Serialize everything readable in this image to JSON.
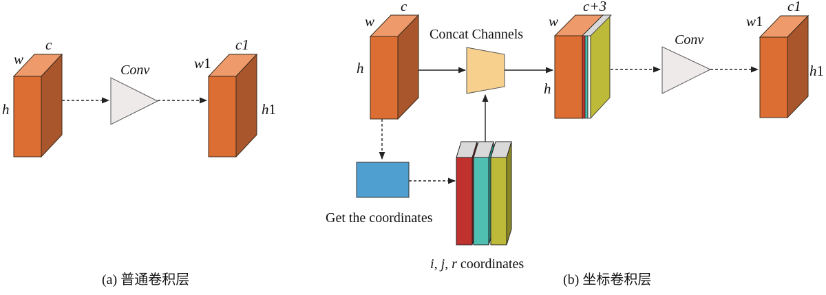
{
  "colors": {
    "block_front": "#DD6E33",
    "block_top": "#EE9A6B",
    "block_side": "#A9562C",
    "conv_triangle": "#EFEAEA",
    "concat_trapezoid": "#F6D08C",
    "coord_box": "#4F9FD0",
    "plane_red": "#C0322E",
    "plane_teal": "#4EBFB0",
    "plane_olive": "#BDBA3A",
    "plane_lime": "#E6E03A"
  },
  "panel_a": {
    "input": {
      "w": "w",
      "c": "c",
      "h": "h"
    },
    "conv_label": "Conv",
    "output": {
      "w": "w",
      "w_num": "1",
      "c": "c1",
      "h": "h",
      "h_num": "1"
    },
    "caption": "(a) 普通卷积层"
  },
  "panel_b": {
    "input": {
      "w": "w",
      "c": "c",
      "h": "h"
    },
    "concat_label": "Concat Channels",
    "get_coords_label": "Get the coordinates",
    "coords_label": "i, j, r coordinates",
    "coords_parts": {
      "i": "i",
      "comma1": ", ",
      "j": "j",
      "comma2": ", ",
      "r": "r",
      "tail": " coordinates"
    },
    "concat_output": {
      "w": "w",
      "c": "c+3",
      "h": "h"
    },
    "conv_label": "Conv",
    "output": {
      "w": "w",
      "w_num": "1",
      "c": "c1",
      "h": "h",
      "h_num": "1"
    },
    "caption": "(b) 坐标卷积层"
  }
}
